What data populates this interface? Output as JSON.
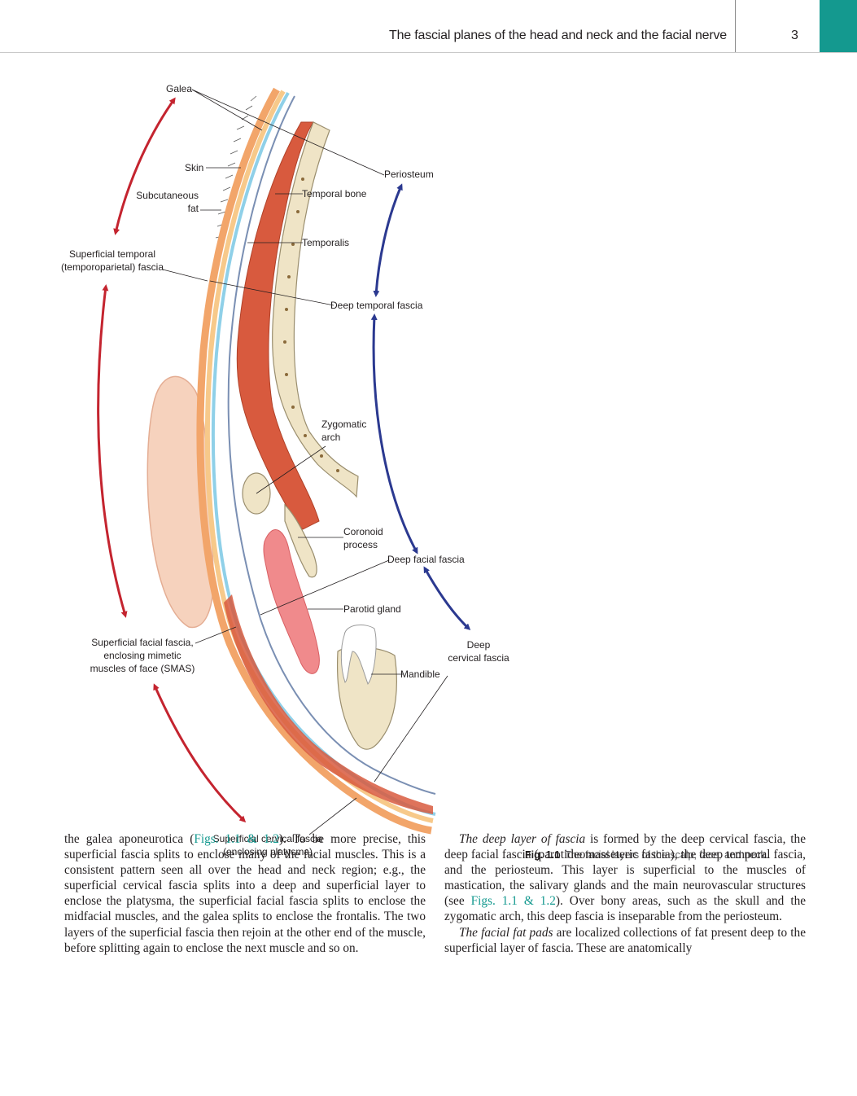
{
  "header": {
    "running_title": "The fascial planes of the head and neck and the facial nerve",
    "page_number": "3",
    "accent_color": "#14998f"
  },
  "figure": {
    "labels": {
      "galea": "Galea",
      "skin": "Skin",
      "subcutaneous_fat_1": "Subcutaneous",
      "subcutaneous_fat_2": "fat",
      "superficial_temporal_1": "Superficial temporal",
      "superficial_temporal_2": "(temporoparietal) fascia",
      "periosteum": "Periosteum",
      "temporal_bone": "Temporal bone",
      "temporalis": "Temporalis",
      "deep_temporal_fascia": "Deep temporal fascia",
      "zygomatic_arch_1": "Zygomatic",
      "zygomatic_arch_2": "arch",
      "coronoid_process_1": "Coronoid",
      "coronoid_process_2": "process",
      "deep_facial_fascia": "Deep facial fascia",
      "parotid_gland": "Parotid gland",
      "smas_1": "Superficial facial fascia,",
      "smas_2": "enclosing mimetic",
      "smas_3": "muscles of face (SMAS)",
      "deep_cervical_fascia_1": "Deep",
      "deep_cervical_fascia_2": "cervical fascia",
      "mandible": "Mandible",
      "superficial_cervical_1": "Superficial cervical fascia",
      "superficial_cervical_2": "(enclosing platysma)"
    },
    "caption_number": "Fig. 1.1",
    "caption_text": "The facial layers of the scalp, face, and neck.",
    "colors": {
      "superficial_arrow": "#c4242f",
      "deep_arrow": "#2b3990",
      "skin": "#f2a56a",
      "fat": "#f7c98a",
      "fascia_blue": "#8fd0e8",
      "muscle": "#d85a3e",
      "bone": "#efe4c6",
      "parotid": "#f08a8c"
    }
  },
  "body": {
    "left_column": {
      "p1_part1": "the galea aponeurotica (",
      "p1_ref": "Figs. 1.1 & 1.2",
      "p1_part2": "). To be more precise, this superficial fascia splits to enclose many of the facial muscles. This is a consistent pattern seen all over the head and neck region; e.g., the superficial cervical fascia splits into a deep and superficial layer to enclose the platysma, the superficial facial fascia splits to enclose the midfacial muscles, and the galea splits to enclose the frontalis. The two layers of the superficial fascia then rejoin at the other end of the muscle, before splitting again to enclose the next muscle and so on."
    },
    "right_column": {
      "p1_term": "The deep layer of fascia",
      "p1_part1": " is formed by the deep cervical fascia, the deep facial fascia (parotideomasseteric fascia), the deep temporal fascia, and the periosteum. This layer is superficial to the muscles of mastication, the salivary glands and the main neurovascular structures (see ",
      "p1_ref": "Figs. 1.1 & 1.2",
      "p1_part2": "). Over bony areas, such as the skull and the zygomatic arch, this deep fascia is inseparable from the periosteum.",
      "p2_term": "The facial fat pads",
      "p2_part1": " are localized collections of fat present deep to the superficial layer of fascia. These are anatomically"
    }
  }
}
